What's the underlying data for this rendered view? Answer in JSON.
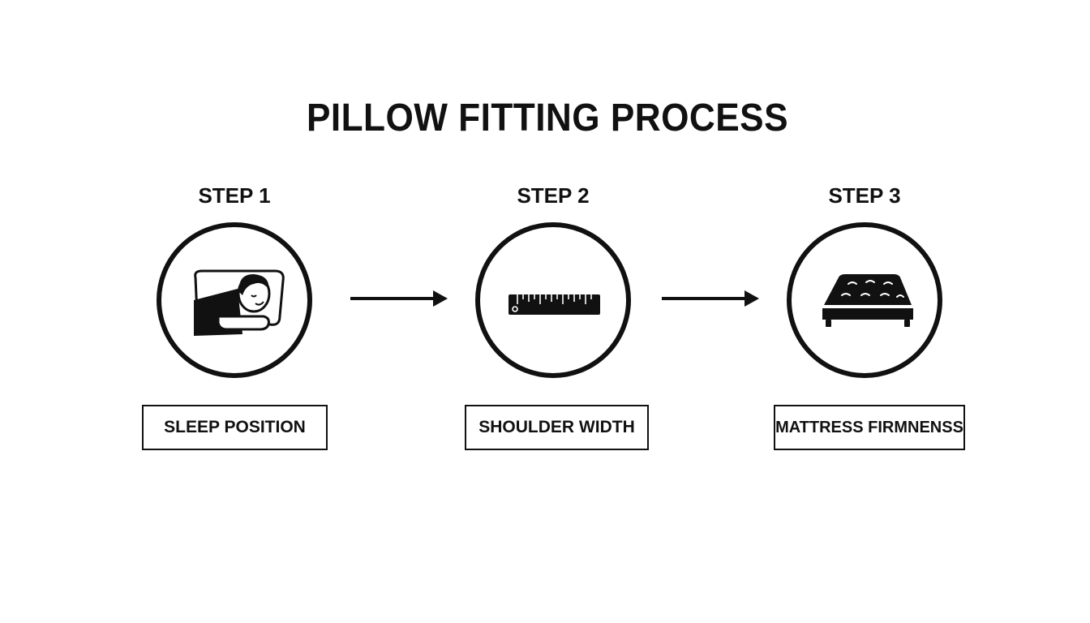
{
  "diagram": {
    "title": "PILLOW FITTING PROCESS",
    "steps": [
      {
        "label": "STEP 1",
        "caption": "SLEEP POSITION",
        "icon": "side-sleeper-icon"
      },
      {
        "label": "STEP 2",
        "caption": "SHOULDER WIDTH",
        "icon": "ruler-icon"
      },
      {
        "label": "STEP 3",
        "caption": "MATTRESS FIRMNENSS",
        "icon": "mattress-icon"
      }
    ],
    "arrows": [
      "arrow-right-icon",
      "arrow-right-icon"
    ],
    "colors": {
      "ink": "#111111",
      "background": "#ffffff"
    }
  }
}
